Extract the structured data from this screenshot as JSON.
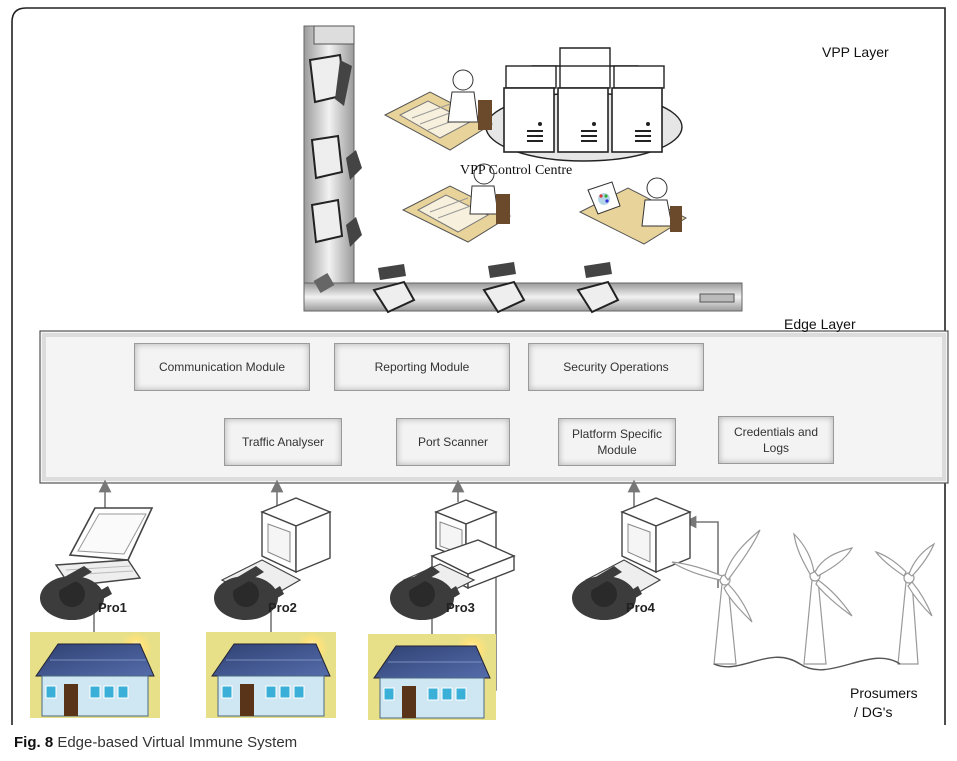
{
  "layers": {
    "vpp_label": "VPP Layer",
    "edge_label": "Edge Layer",
    "control_centre_label": "VPP Control Centre"
  },
  "modules": {
    "communication": "Communication Module",
    "reporting": "Reporting Module",
    "security": "Security Operations",
    "traffic": "Traffic Analyser",
    "port": "Port Scanner",
    "platform_line1": "Platform Specific",
    "platform_line2": "Module",
    "credentials_line1": "Credentials and",
    "credentials_line2": "Logs"
  },
  "prosumers": {
    "pro1": "Pro1",
    "pro2": "Pro2",
    "pro3": "Pro3",
    "pro4": "Pro4",
    "group_line1": "Prosumers",
    "group_line2": "/ DG's"
  },
  "caption": {
    "fig_label": "Fig. 8",
    "text": " Edge-based Virtual Immune System"
  },
  "colors": {
    "edge_box_fill": "#f4f4f4",
    "module_fill": "#f3f3f3",
    "desk_fill": "#e8d39a",
    "roof_blue": "#3a4f8a",
    "house_wall": "#cfe6f3",
    "house_bg": "#e8e089",
    "door": "#5a3418",
    "arrow": "#777777",
    "person": "#3c3c3c"
  }
}
